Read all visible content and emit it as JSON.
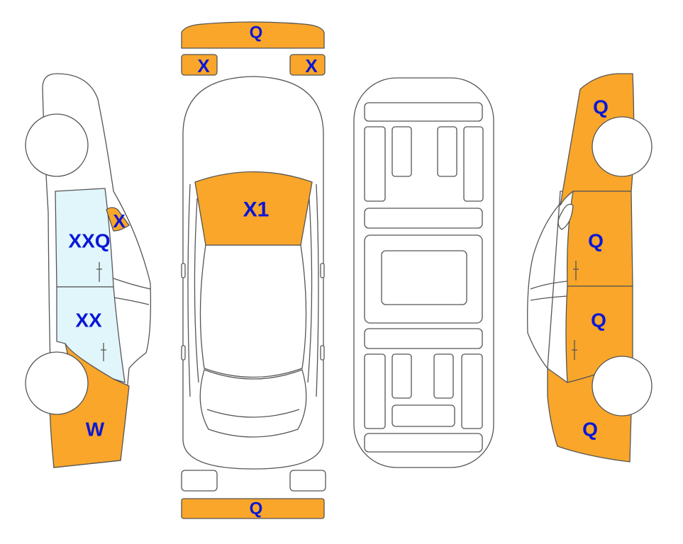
{
  "colors": {
    "damage_orange": "#f9a62a",
    "light_blue": "#e1f6fb",
    "label_blue": "#0a17d6",
    "outline": "#555555"
  },
  "top_parts": {
    "front_bumper": "Q",
    "left_headlight": "X",
    "right_headlight": "X",
    "rear_bumper": "Q"
  },
  "top_view": {
    "windshield": "X1"
  },
  "left_side": {
    "front_window_small": "X",
    "front_door": "XXQ",
    "rear_door": "XX",
    "rear_quarter": "W"
  },
  "right_side": {
    "front_fender": "Q",
    "front_door": "Q",
    "rear_door": "Q",
    "rear_quarter": "Q"
  }
}
